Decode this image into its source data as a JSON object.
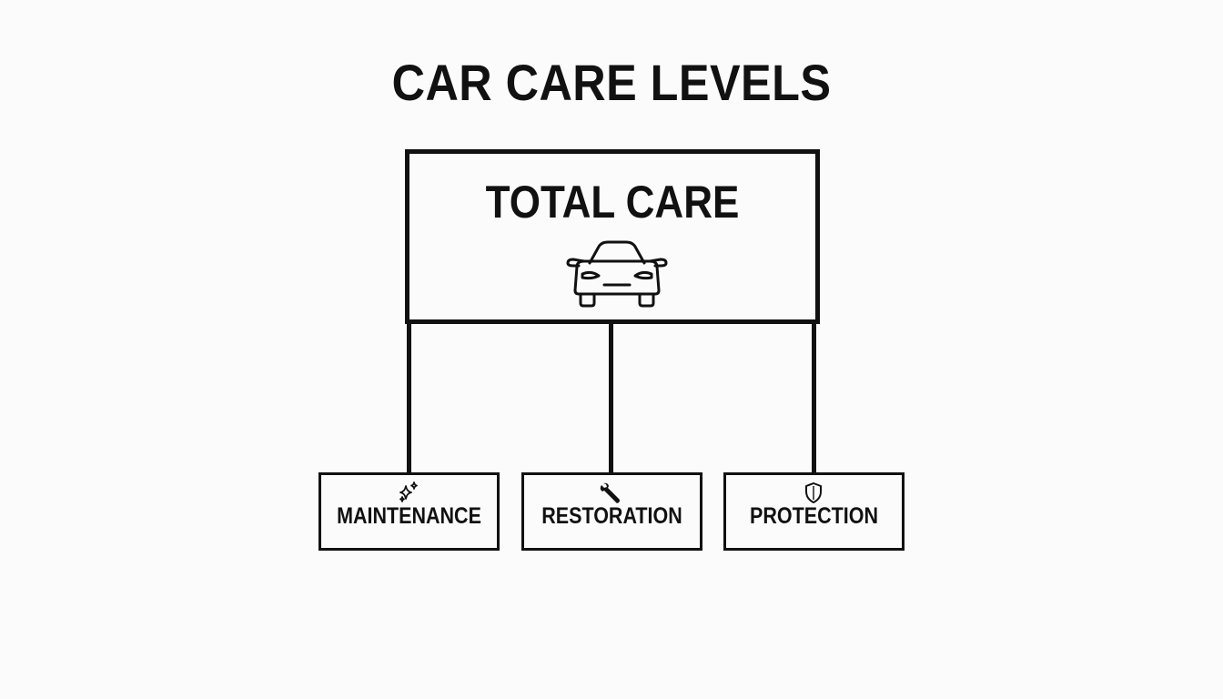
{
  "diagram": {
    "title": "CAR CARE LEVELS",
    "root": {
      "label": "TOTAL CARE",
      "icon": "car-icon"
    },
    "children": [
      {
        "label": "MAINTENANCE",
        "icon": "sparkle-icon"
      },
      {
        "label": "RESTORATION",
        "icon": "wrench-icon"
      },
      {
        "label": "PROTECTION",
        "icon": "shield-icon"
      }
    ]
  },
  "colors": {
    "line": "#111111",
    "background": "#fbfbfb"
  }
}
